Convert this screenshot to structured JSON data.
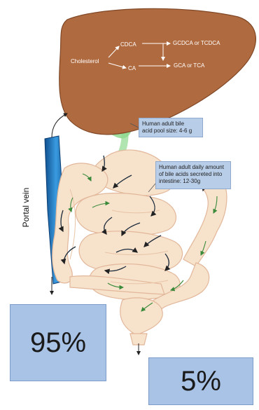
{
  "liver": {
    "cholesterol": "Cholesterol",
    "cdca": "CDCA",
    "ca": "CA",
    "gcdca": "GCDCA or TCDCA",
    "gca": "GCA or TCA"
  },
  "pool_box": {
    "line1": "Human adult bile",
    "line2": "acid pool size: 4-6 g"
  },
  "secretion_box": {
    "line1": "Human adult daily amount",
    "line2": "of bile acids secreted into",
    "line3": "intestine: 12-30g"
  },
  "portal_vein_label": "Portal vein",
  "reabsorbed_percent": "95%",
  "excreted_percent": "5%",
  "colors": {
    "liver": "#b06a3f",
    "gallbladder": "#8fd98f",
    "vein": "#1f78c4",
    "intestine": "#f7e2cc",
    "box": "#b8cde8"
  }
}
